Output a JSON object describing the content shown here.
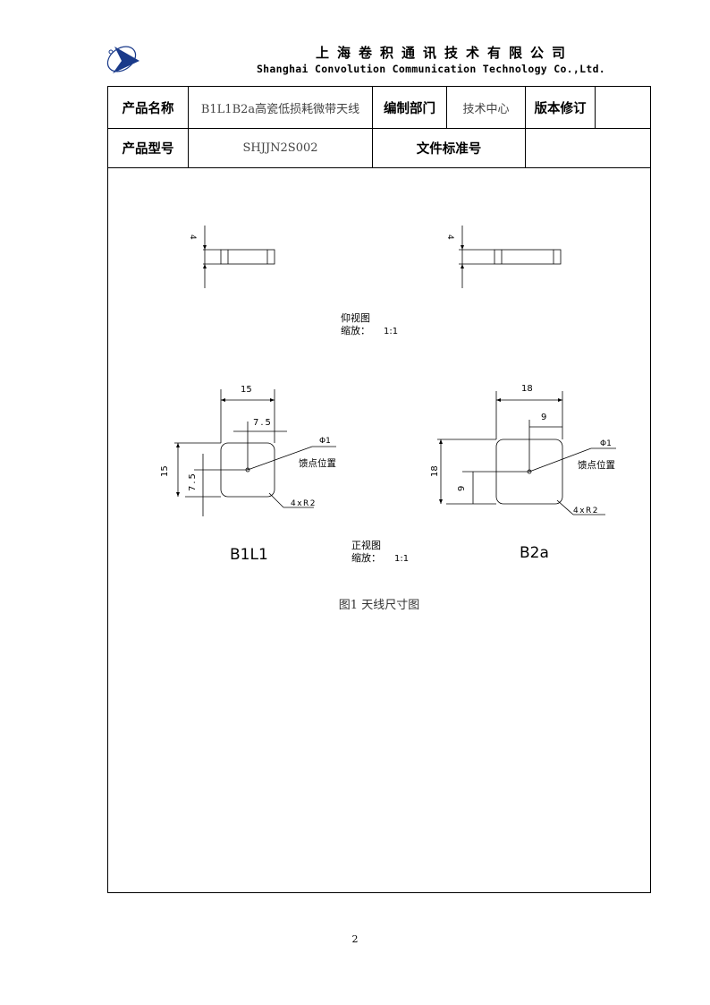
{
  "company": {
    "name_cn": "上海卷积通讯技术有限公司",
    "name_en": "Shanghai Convolution Communication Technology Co.,Ltd."
  },
  "header": {
    "product_name_label": "产品名称",
    "product_name_value": "B1L1B2a高瓷低损耗微带天线",
    "department_label": "编制部门",
    "department_value": "技术中心",
    "revision_label": "版本修订",
    "revision_value": "",
    "model_label": "产品型号",
    "model_value": "SHJJN2S002",
    "doc_no_label": "文件标准号",
    "doc_no_value": ""
  },
  "drawing": {
    "bottom_view_title": "仰视图",
    "bottom_view_scale_label": "缩放：",
    "bottom_view_scale": "1:1",
    "thickness_left": "4",
    "thickness_right": "4",
    "front_view_title": "正视图",
    "front_view_scale_label": "缩放：",
    "front_view_scale": "1:1",
    "left": {
      "name": "B1L1",
      "width": "15",
      "half_width": "7.5",
      "height": "15",
      "half_height": "7.5",
      "hole": "Φ1",
      "feed_label": "馈点位置",
      "radius": "4xR2"
    },
    "right": {
      "name": "B2a",
      "width": "18",
      "half_width": "9",
      "height": "18",
      "half_height": "9",
      "hole": "Φ1",
      "feed_label": "馈点位置",
      "radius": "4xR2"
    }
  },
  "caption": "图1  天线尺寸图",
  "page_number": "2",
  "colors": {
    "logo_blue": "#1a3a8a",
    "line": "#000000"
  }
}
